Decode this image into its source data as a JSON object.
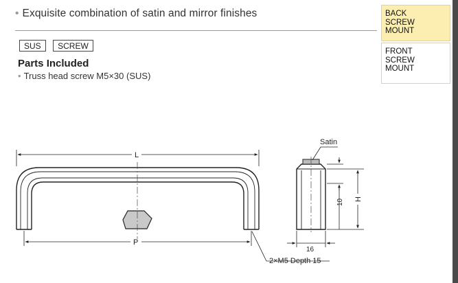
{
  "headline": {
    "bullet": "•",
    "text": "Exquisite combination of satin and mirror finishes"
  },
  "tags": [
    "SUS",
    "SCREW"
  ],
  "parts": {
    "title": "Parts Included",
    "bullet": "•",
    "item": "Truss head screw M5×30 (SUS)"
  },
  "side_tabs": {
    "back": [
      "BACK",
      "SCREW",
      "MOUNT"
    ],
    "front": [
      "FRONT",
      "SCREW",
      "MOUNT"
    ]
  },
  "drawing": {
    "dim_L": "L",
    "dim_P": "P",
    "dim_H": "H",
    "dim_10": "10",
    "dim_16": "16",
    "satin_label": "Satin",
    "thread_note": "2×M5 Depth 15"
  },
  "colors": {
    "tab_active": "#fbeeb0",
    "sidebar_bar": "#4a4a4a"
  }
}
